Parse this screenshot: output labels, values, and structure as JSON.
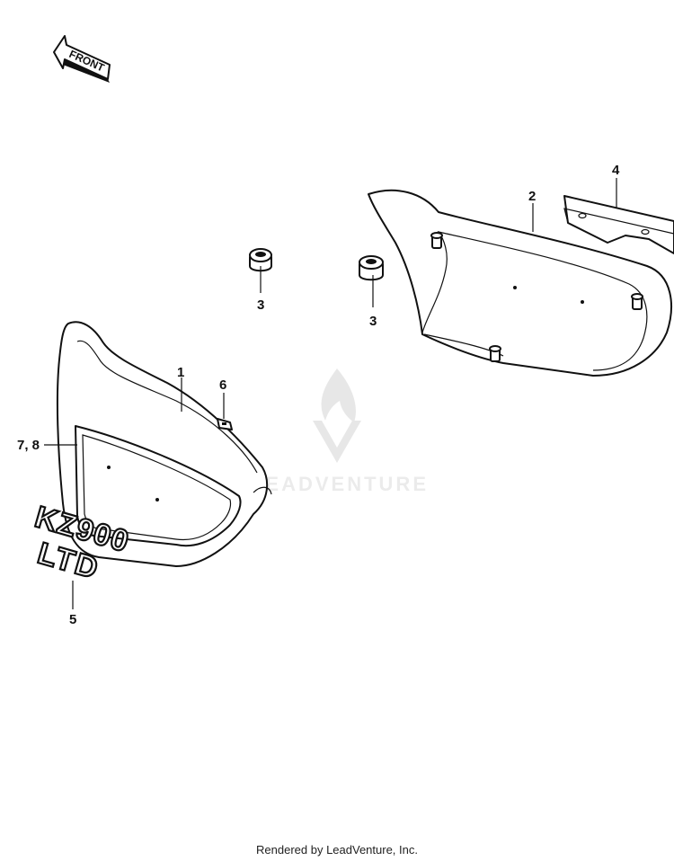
{
  "orientation": {
    "label": "FRONT",
    "icon": "front-arrow-icon"
  },
  "watermark": {
    "logo": "leadventure-flame-logo",
    "text": "LEADVENTURE"
  },
  "callouts": [
    {
      "id": "1",
      "label": "1"
    },
    {
      "id": "2",
      "label": "2"
    },
    {
      "id": "3a",
      "label": "3"
    },
    {
      "id": "3b",
      "label": "3"
    },
    {
      "id": "4",
      "label": "4"
    },
    {
      "id": "5",
      "label": "5"
    },
    {
      "id": "6",
      "label": "6"
    },
    {
      "id": "78",
      "label": "7, 8"
    }
  ],
  "emblem": {
    "line1": "KZ900",
    "line2": "LTD"
  },
  "footer": {
    "text": "Rendered by LeadVenture, Inc."
  },
  "colors": {
    "ink": "#111111",
    "background": "#ffffff",
    "watermark": "#d9d9d9"
  }
}
